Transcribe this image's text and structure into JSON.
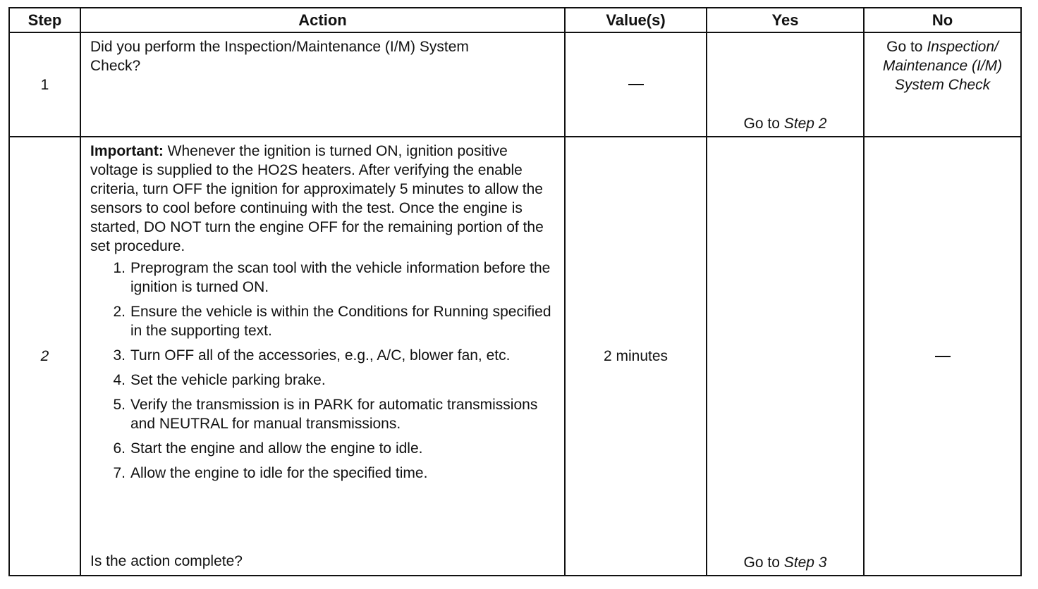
{
  "header": {
    "step": "Step",
    "action": "Action",
    "values": "Value(s)",
    "yes": "Yes",
    "no": "No"
  },
  "rows": [
    {
      "step": "1",
      "action": "Did you perform the Inspection/Maintenance (I/M) System Check?",
      "value": "—",
      "yes_prefix": "Go to ",
      "yes_link": "Step 2",
      "no_prefix": "Go to ",
      "no_link": "Inspection/ Maintenance (I/M) System Check"
    },
    {
      "step": "2",
      "important_label": "Important:",
      "important_text": " Whenever the ignition is turned ON, ignition positive voltage is supplied to the HO2S heaters. After verifying the enable criteria, turn OFF the ignition for approximately 5 minutes to allow the sensors to cool before continuing with the test. Once the engine is started, DO NOT turn the engine OFF for the remaining portion of the set procedure.",
      "steps": [
        {
          "num": "1.",
          "text": "Preprogram the scan tool with the vehicle information before the ignition is turned ON."
        },
        {
          "num": "2.",
          "text": "Ensure the vehicle is within the Conditions for Running specified in the supporting text."
        },
        {
          "num": "3.",
          "text": "Turn OFF all of the accessories, e.g., A/C, blower fan, etc."
        },
        {
          "num": "4.",
          "text": "Set the vehicle parking brake."
        },
        {
          "num": "5.",
          "text": "Verify the transmission is in PARK for automatic transmissions and NEUTRAL for manual transmissions."
        },
        {
          "num": "6.",
          "text": "Start the engine and allow the engine to idle."
        },
        {
          "num": "7.",
          "text": "Allow the engine to idle for the specified time."
        }
      ],
      "question": "Is the action complete?",
      "value": "2 minutes",
      "yes_prefix": "Go to ",
      "yes_link": "Step 3",
      "no": "—"
    }
  ]
}
